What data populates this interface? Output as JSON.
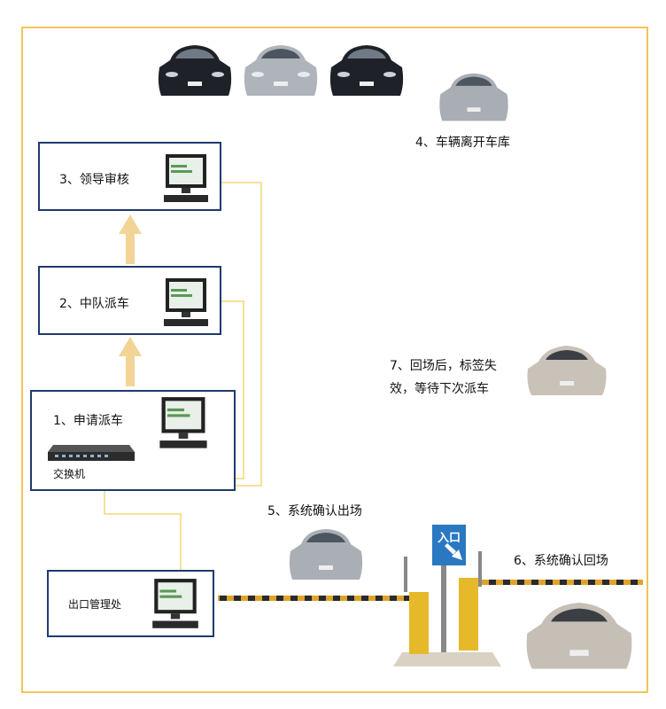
{
  "steps": {
    "leader_review": "3、领导审核",
    "team_dispatch": "2、中队派车",
    "apply": "1、申请派车",
    "switch": "交换机",
    "exit_office": "出口管理处",
    "car_leaves": "4、车辆离开车库",
    "confirm_exit": "5、系统确认出场",
    "confirm_return": "6、系统确认回场",
    "after_return_line1": "7、回场后，标签失",
    "after_return_line2": "效，等待下次派车"
  },
  "gate_sign": "入口",
  "colors": {
    "frame": "#f3c35a",
    "box_border": "#1f3a6e",
    "wire": "#f0d77a",
    "arrow": "#f2d596",
    "sign_bg": "#2a78c2"
  }
}
